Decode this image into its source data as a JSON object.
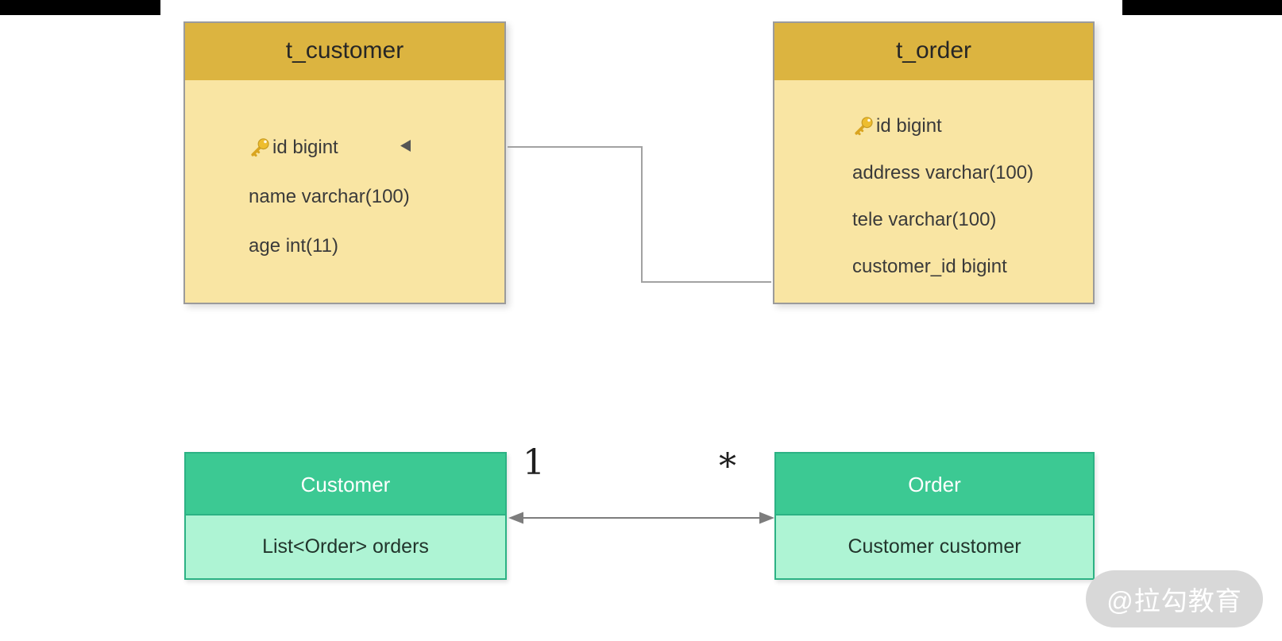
{
  "page": {
    "background": "#ffffff"
  },
  "window": {
    "bars": {
      "color": "#000000"
    }
  },
  "er": {
    "header_bg": "#dcb440",
    "body_bg": "#f9e5a3",
    "border": "#9b9b9b",
    "title_color": "#262626",
    "text_color": "#3a3a3a",
    "key_color": "#e7b52a",
    "connector_color": "#a2a2a2",
    "tables": [
      {
        "title": "t_customer",
        "fields": [
          {
            "text": "id bigint",
            "pk": true
          },
          {
            "text": "name varchar(100)",
            "pk": false
          },
          {
            "text": "age int(11)",
            "pk": false
          }
        ]
      },
      {
        "title": "t_order",
        "fields": [
          {
            "text": "id bigint",
            "pk": true
          },
          {
            "text": "address varchar(100)",
            "pk": false
          },
          {
            "text": "tele varchar(100)",
            "pk": false
          },
          {
            "text": "customer_id bigint",
            "pk": false
          }
        ]
      }
    ]
  },
  "uml": {
    "header_bg": "#3cc993",
    "body_bg": "#aef4d4",
    "border": "#2cb284",
    "title_color": "#ffffff",
    "text_color": "#22352c",
    "arrow_color": "#7d7d7d",
    "classes": [
      {
        "title": "Customer",
        "attribute": "List<Order> orders"
      },
      {
        "title": "Order",
        "attribute": "Customer customer"
      }
    ],
    "relation": {
      "left_label": "1",
      "right_label": "*",
      "type": "bidirectional-arrow"
    }
  },
  "watermark": {
    "text": "@拉勾教育",
    "bg": "#d8d8d8",
    "color": "#ffffff"
  }
}
